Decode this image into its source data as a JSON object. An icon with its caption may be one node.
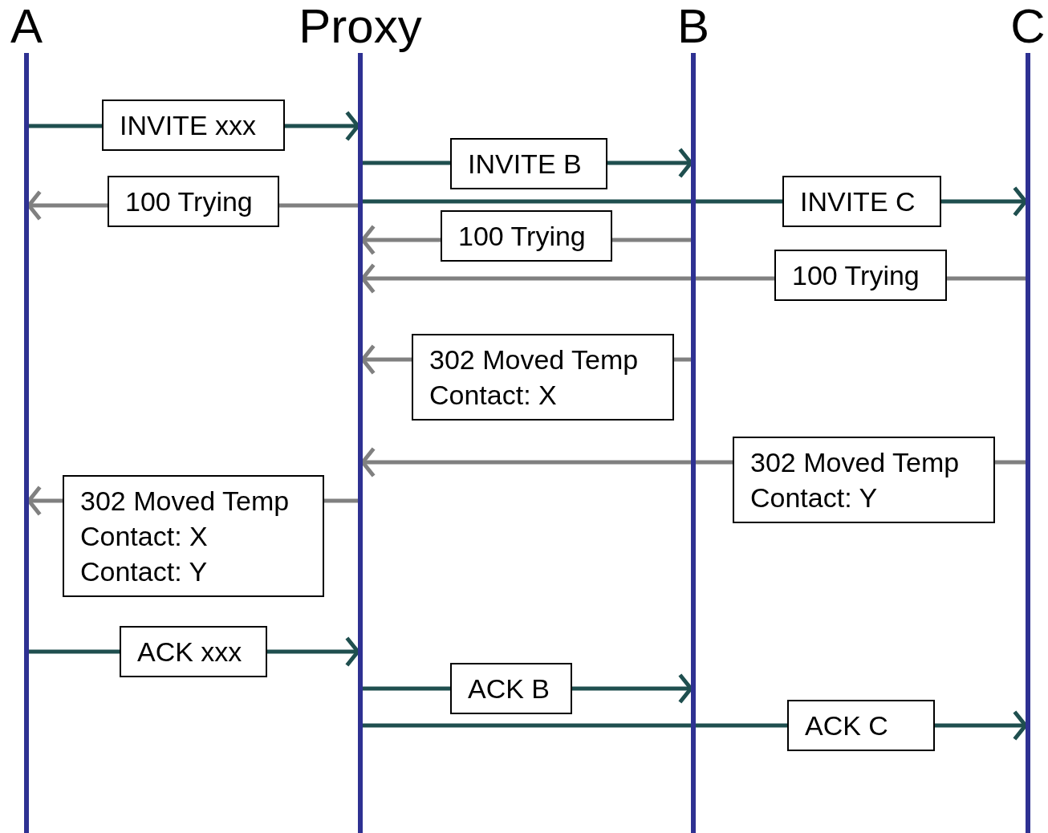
{
  "diagram": {
    "nodes": [
      {
        "text": [
          "A"
        ]
      },
      {
        "text": [
          "Proxy"
        ]
      },
      {
        "text": [
          "B"
        ]
      },
      {
        "text": [
          "C"
        ]
      }
    ],
    "edges": [
      {
        "from": 0,
        "to": 1,
        "arrow": "to",
        "label": "INVITE xxx",
        "color": "#1f4f4f"
      },
      {
        "from": 1,
        "to": 2,
        "arrow": "to",
        "label": "INVITE B",
        "color": "#1f4f4f"
      },
      {
        "from": 1,
        "to": 0,
        "arrow": "to",
        "label": "100 Trying",
        "color": "#808080"
      },
      {
        "from": 1,
        "to": 3,
        "arrow": "to",
        "label": "INVITE C",
        "color": "#1f4f4f"
      },
      {
        "from": 2,
        "to": 1,
        "arrow": "to",
        "label": "100 Trying",
        "color": "#808080"
      },
      {
        "from": 3,
        "to": 1,
        "arrow": "to",
        "label": "100 Trying",
        "color": "#808080"
      },
      {
        "from": 2,
        "to": 1,
        "arrow": "to",
        "label": "302 Moved Temp Contact: X",
        "color": "#808080"
      },
      {
        "from": 3,
        "to": 1,
        "arrow": "to",
        "label": "302 Moved Temp Contact: Y",
        "color": "#808080"
      },
      {
        "from": 1,
        "to": 0,
        "arrow": "to",
        "label": "302 Moved Temp Contact: X Contact: Y",
        "color": "#808080"
      },
      {
        "from": 0,
        "to": 1,
        "arrow": "to",
        "label": "ACK xxx",
        "color": "#1f4f4f"
      },
      {
        "from": 1,
        "to": 2,
        "arrow": "to",
        "label": "ACK B",
        "color": "#1f4f4f"
      },
      {
        "from": 1,
        "to": 3,
        "arrow": "to",
        "label": "ACK C",
        "color": "#1f4f4f"
      }
    ]
  }
}
